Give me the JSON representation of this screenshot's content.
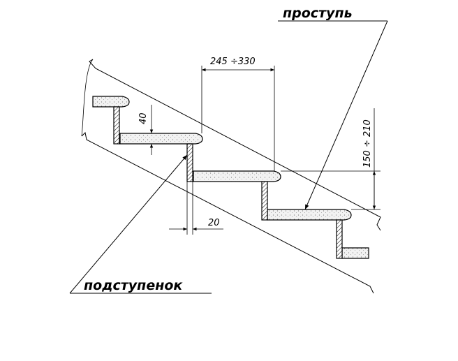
{
  "labels": {
    "tread": "проступь",
    "riser": "подступенок"
  },
  "dimensions": {
    "tread_depth": "245 ÷330",
    "riser_height": "150 ÷ 210",
    "tread_thickness": "40",
    "riser_thickness": "20"
  }
}
